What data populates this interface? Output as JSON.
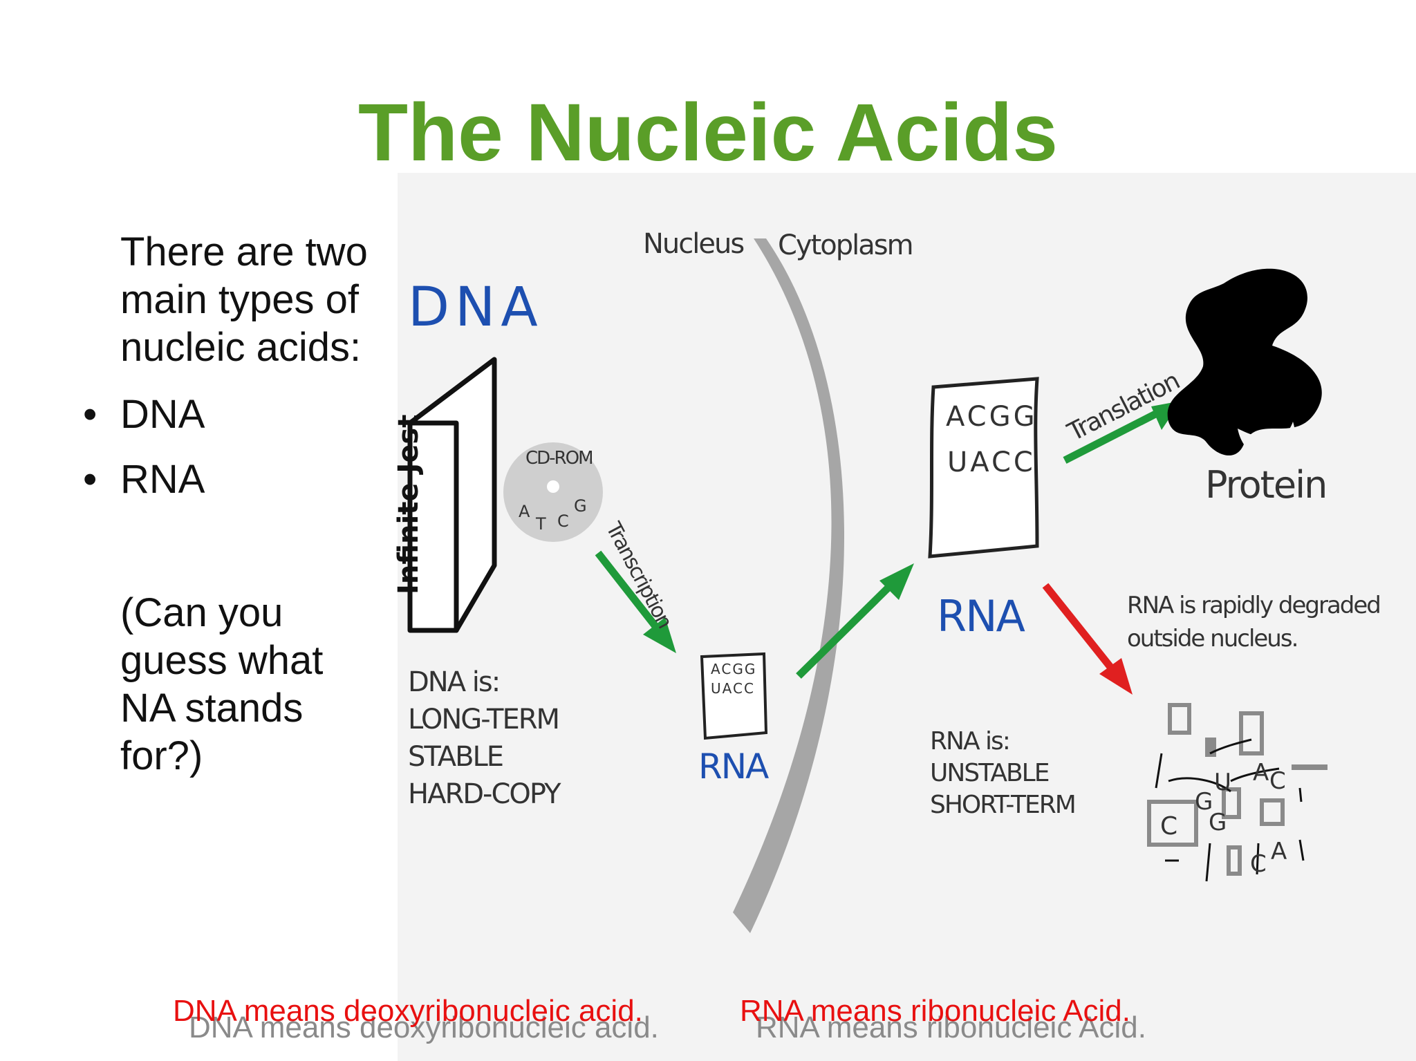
{
  "slide": {
    "title": "The Nucleic Acids",
    "intro_lines": [
      "There are two",
      "main types of",
      "nucleic acids:"
    ],
    "bullets": [
      "DNA",
      "RNA"
    ],
    "question_lines": [
      "(Can you",
      "guess what",
      "NA stands",
      "for?)"
    ]
  },
  "diagram": {
    "nucleus_label": "Nucleus",
    "cytoplasm_label": "Cytoplasm",
    "dna_heading": "DNA",
    "book_title": "Infinite Jest",
    "cd_label": "CD-ROM",
    "cd_letters": [
      "A",
      "T",
      "C",
      "G"
    ],
    "transcription_label": "Transcription",
    "small_page_letters": [
      "A",
      "C",
      "G",
      "G",
      "U",
      "A",
      "C",
      "C"
    ],
    "rna_small_label": "RNA",
    "dna_props": [
      "DNA is:",
      "LONG-TERM",
      "STABLE",
      "HARD-COPY"
    ],
    "big_page_letters": [
      "A",
      "C",
      "G",
      "G",
      "U",
      "A",
      "C",
      "C"
    ],
    "rna_big_label": "RNA",
    "translation_label": "Translation",
    "protein_label": "Protein",
    "degraded_lines": [
      "RNA is rapidly degraded",
      "outside nucleus."
    ],
    "rna_props": [
      "RNA is:",
      "UNSTABLE",
      "SHORT-TERM"
    ],
    "fragment_letters": [
      "C",
      "G",
      "G",
      "U",
      "A",
      "C",
      "C",
      "A"
    ]
  },
  "footer": {
    "dna_meaning": "DNA means deoxyribonucleic acid.",
    "rna_meaning": "RNA means ribonucleic Acid."
  },
  "colors": {
    "title_green": "#5a9e28",
    "dna_blue": "#1d4fb0",
    "arrow_green": "#1f9a3a",
    "arrow_red": "#e02020",
    "footer_red": "#e81010",
    "footer_gray": "#8a8a8a"
  }
}
